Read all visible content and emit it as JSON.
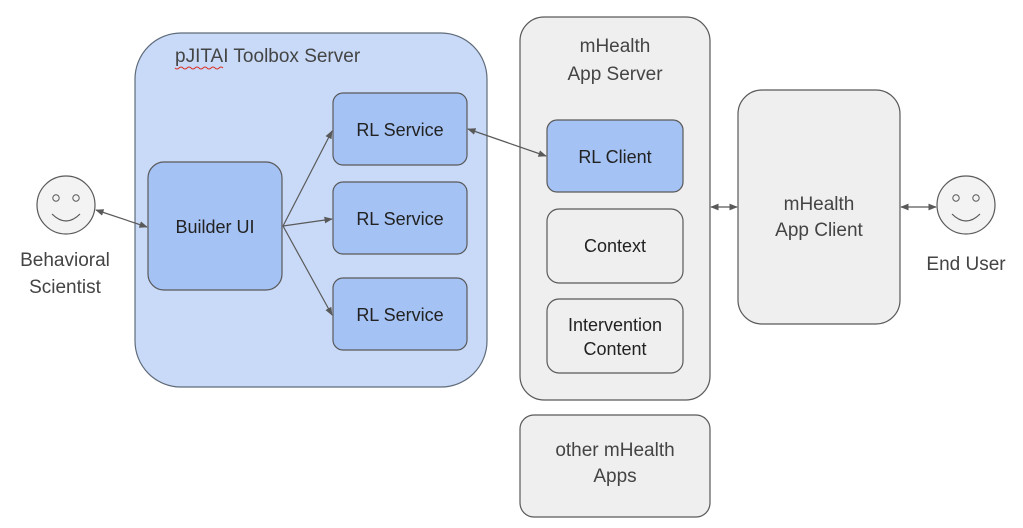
{
  "colors": {
    "server_fill": "#c9daf8",
    "server_stroke": "#5f6b7a",
    "service_fill": "#a4c2f4",
    "mhealth_fill": "#efefef",
    "box_stroke": "#595959",
    "face_fill": "#f3f3f3",
    "arrow": "#595959"
  },
  "toolbox": {
    "title": "pJITAI Toolbox Server",
    "builder_label": "Builder UI",
    "services": [
      {
        "label": "RL Service"
      },
      {
        "label": "RL Service"
      },
      {
        "label": "RL Service"
      }
    ]
  },
  "app_server": {
    "title_line1": "mHealth",
    "title_line2": "App Server",
    "rl_client_label": "RL Client",
    "context_label": "Context",
    "intervention_line1": "Intervention",
    "intervention_line2": "Content"
  },
  "other_apps": {
    "line1": "other mHealth",
    "line2": "Apps"
  },
  "app_client": {
    "line1": "mHealth",
    "line2": "App Client"
  },
  "actors": {
    "behavioral_line1": "Behavioral",
    "behavioral_line2": "Scientist",
    "end_user": "End User"
  },
  "icons": [
    "smiley-face-icon",
    "smiley-face-icon"
  ]
}
